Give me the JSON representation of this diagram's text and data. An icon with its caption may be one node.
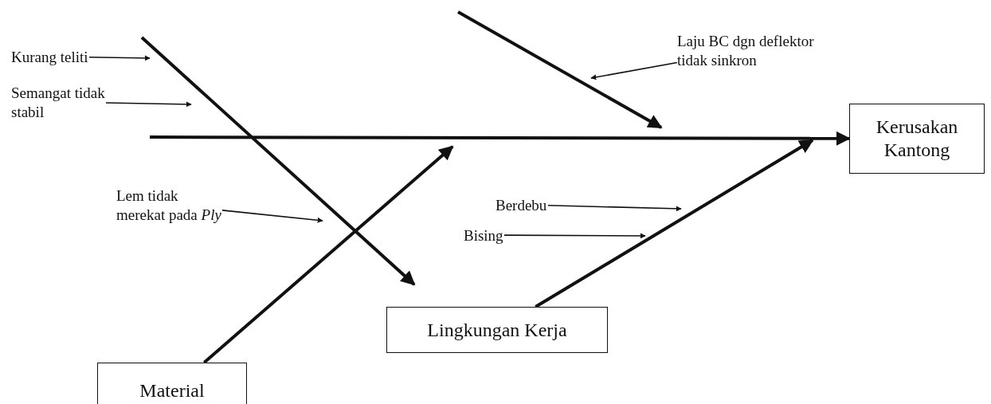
{
  "diagram": {
    "nodes": [
      {
        "text": [
          "Kerusakan Kantong"
        ]
      },
      {
        "text": [
          "Material"
        ]
      },
      {
        "text": [
          "Lingkungan Kerja"
        ]
      },
      {
        "text": [
          "Kurang teliti"
        ]
      },
      {
        "text": [
          "Semangat tidak stabil"
        ]
      },
      {
        "text": [
          "Laju BC dgn deflektor tidak sinkron"
        ]
      },
      {
        "text": [
          "Lem tidak merekat pada *Ply*"
        ]
      },
      {
        "text": [
          "Berdebu"
        ]
      },
      {
        "text": [
          "Bising"
        ]
      }
    ],
    "edges": [
      {
        "from": null,
        "to": 0,
        "arrow": "to",
        "style": "thick"
      },
      {
        "from": 1,
        "to": null,
        "arrow": "to",
        "style": "thick"
      },
      {
        "from": 2,
        "to": null,
        "arrow": "to",
        "style": "thick"
      },
      {
        "from": 3,
        "to": null,
        "arrow": "to"
      },
      {
        "from": 4,
        "to": null,
        "arrow": "to"
      },
      {
        "from": 5,
        "to": null,
        "arrow": "to"
      },
      {
        "from": 6,
        "to": null,
        "arrow": "to"
      },
      {
        "from": 7,
        "to": null,
        "arrow": "to"
      },
      {
        "from": 8,
        "to": null,
        "arrow": "to"
      }
    ]
  }
}
